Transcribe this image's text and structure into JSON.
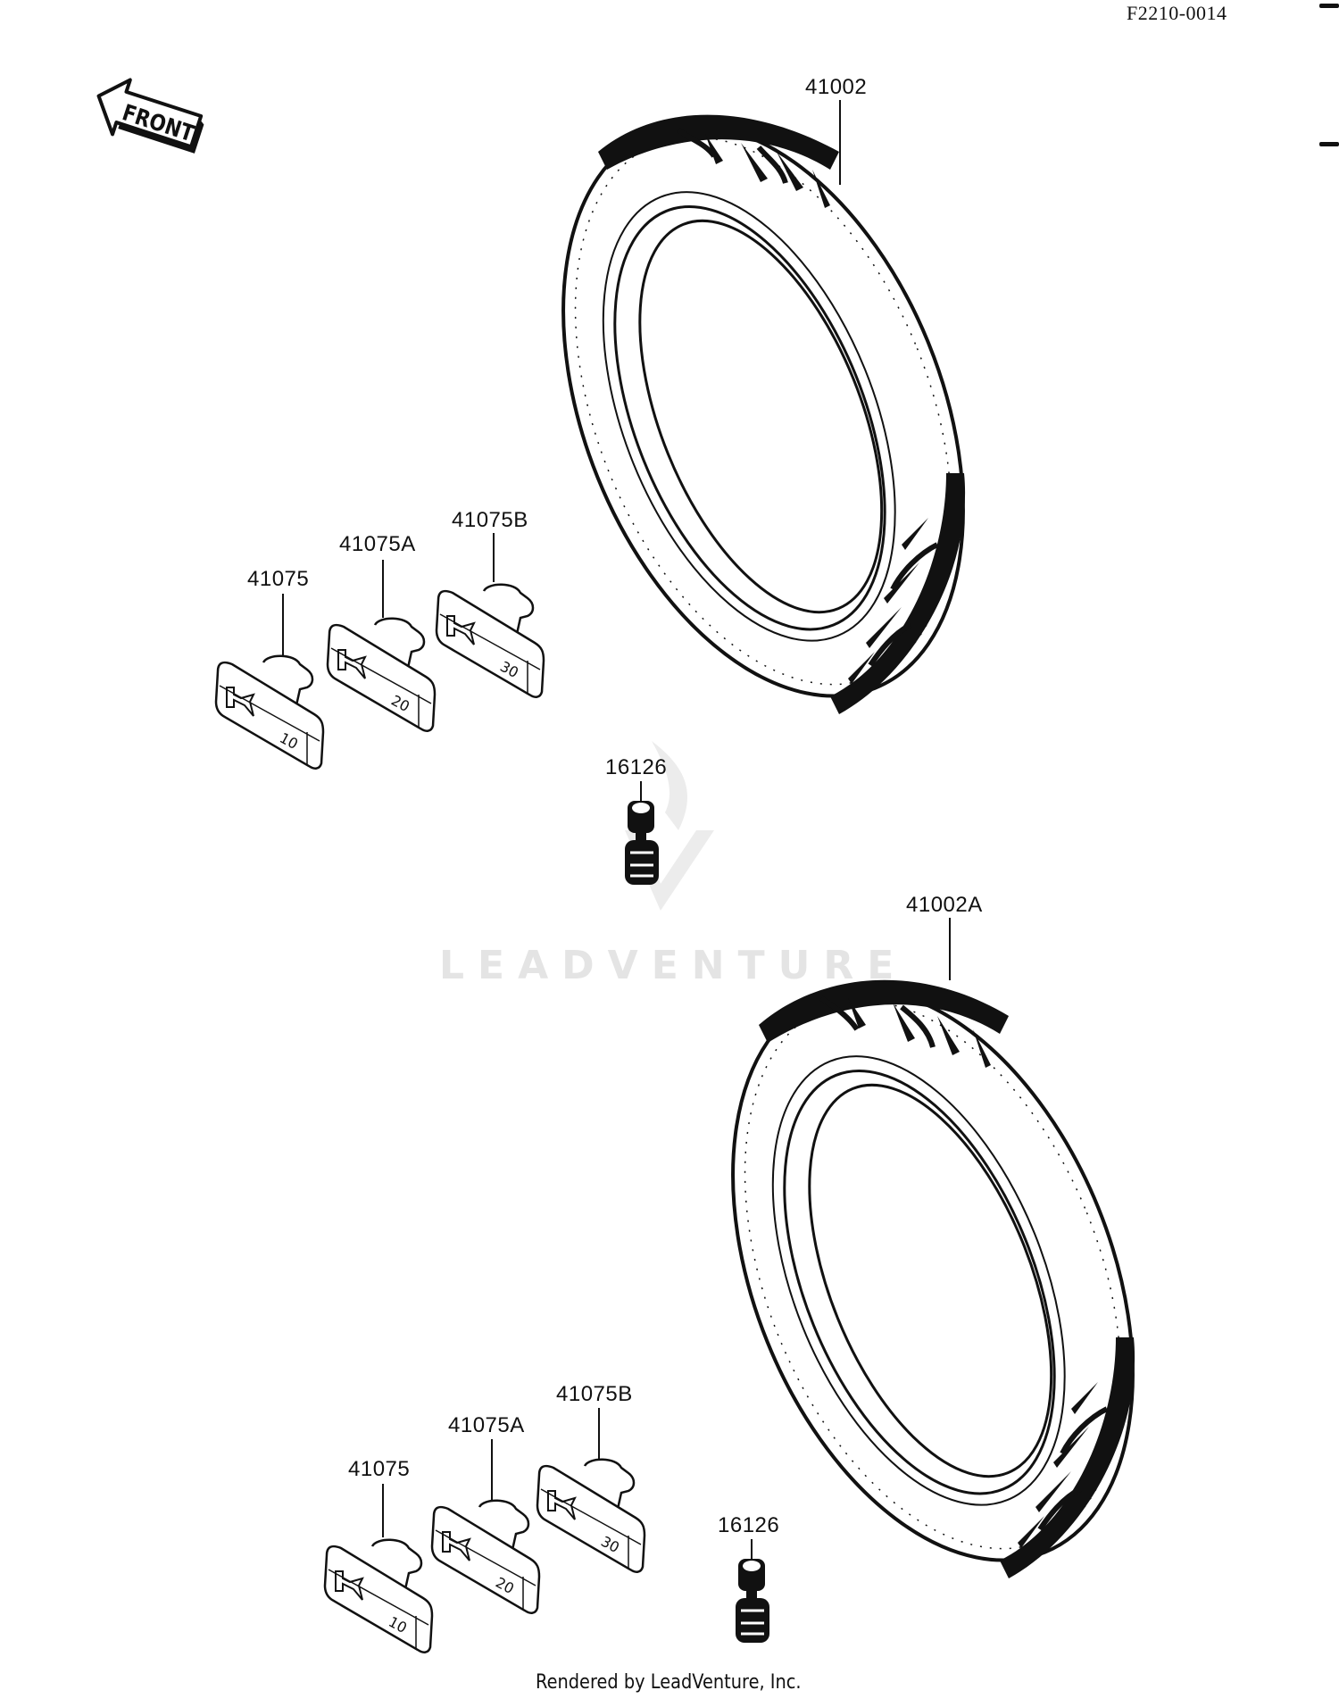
{
  "diagram": {
    "figure_code": "F2210-0014",
    "front_indicator": "FRONT",
    "watermark": "LEADVENTURE",
    "footer": "Rendered by LeadVenture, Inc.",
    "upper_group": {
      "tire_ref": "41002",
      "valve_ref": "16126",
      "weights": [
        {
          "ref": "41075",
          "marking": "10"
        },
        {
          "ref": "41075A",
          "marking": "20"
        },
        {
          "ref": "41075B",
          "marking": "30"
        }
      ]
    },
    "lower_group": {
      "tire_ref": "41002A",
      "valve_ref": "16126",
      "weights": [
        {
          "ref": "41075",
          "marking": "10"
        },
        {
          "ref": "41075A",
          "marking": "20"
        },
        {
          "ref": "41075B",
          "marking": "30"
        }
      ]
    },
    "colors": {
      "ink": "#111111",
      "background": "#ffffff",
      "watermark": "#e4e4e4"
    }
  }
}
